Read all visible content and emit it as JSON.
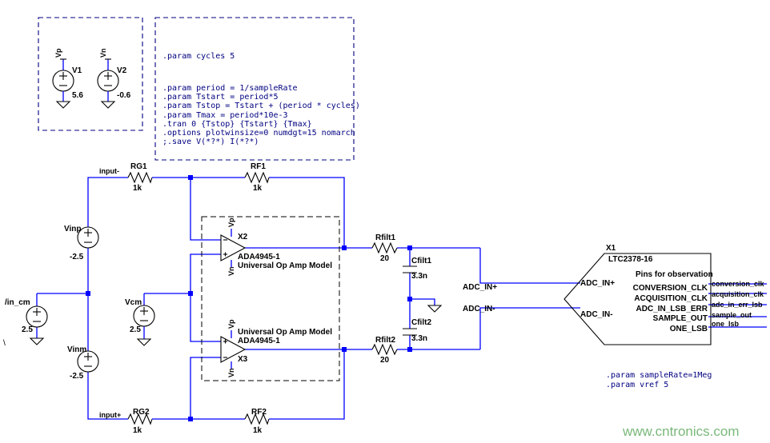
{
  "colors": {
    "wire": "#0000ff",
    "component": "#000000",
    "text": "#000000",
    "directive": "#000080",
    "watermark": "#7ab87a"
  },
  "directives": {
    "top": [
      ".param cycles 5",
      "",
      ".param period = 1/sampleRate",
      ".param Tstart = period*5",
      ".param Tstop = Tstart + (period * cycles)",
      ".param Tmax = period*10e-3",
      ".tran 0 {Tstop} {Tstart} {Tmax}",
      ".options plotwinsize=0 numdgt=15 nomarch",
      ";.save V(*?*) I(*?*)"
    ],
    "bottom": [
      ".param sampleRate=1Meg",
      ".param vref 5"
    ]
  },
  "supplies": {
    "v1": {
      "name": "V1",
      "value": "5.6",
      "net": "Vp"
    },
    "v2": {
      "name": "V2",
      "value": "-0.6",
      "net": "Vn"
    }
  },
  "sources": {
    "vinp": {
      "name": "Vinp",
      "value": "-2.5"
    },
    "vinm": {
      "name": "Vinm",
      "value": "-2.5"
    },
    "vin_cm": {
      "name": "/in_cm",
      "value": "2.5"
    },
    "vcm": {
      "name": "Vcm",
      "value": "2.5"
    }
  },
  "resistors": {
    "rg1": {
      "name": "RG1",
      "value": "1k"
    },
    "rf1": {
      "name": "RF1",
      "value": "1k"
    },
    "rg2": {
      "name": "RG2",
      "value": "1k"
    },
    "rf2": {
      "name": "RF2",
      "value": "1k"
    },
    "rfilt1": {
      "name": "Rfilt1",
      "value": "20"
    },
    "rfilt2": {
      "name": "Rfilt2",
      "value": "20"
    }
  },
  "capacitors": {
    "cfilt1": {
      "name": "Cfilt1",
      "value": "3.3n"
    },
    "cfilt2": {
      "name": "Cfilt2",
      "value": "3.3n"
    }
  },
  "opamps": {
    "x2": {
      "ref": "X2",
      "part": "ADA4945-1",
      "model": "Universal Op Amp Model",
      "top_pin": "Vp",
      "bottom_pin": "Vn"
    },
    "x3": {
      "ref": "X3",
      "part": "ADA4945-1",
      "model": "Universal Op Amp Model",
      "top_pin": "Vp",
      "bottom_pin": "Vn"
    }
  },
  "nets": {
    "input_minus": "input-",
    "input_plus": "input+",
    "adc_in_plus": "ADC_IN+",
    "adc_in_minus": "ADC_IN-",
    "backslash": "\\"
  },
  "adc": {
    "ref": "X1",
    "part": "LTC2378-16",
    "header": "Pins for observation",
    "pin_in_plus": "ADC_IN+",
    "pin_in_minus": "ADC_IN-",
    "pins": [
      "CONVERSION_CLK",
      "ACQUISITION_CLK",
      "ADC_IN_LSB_ERR",
      "SAMPLE_OUT",
      "ONE_LSB"
    ],
    "outputs": [
      "conversion_clk",
      "acquisition_clk",
      "adc_in_err_lsb",
      "sample_out",
      "one_lsb"
    ]
  },
  "watermark": "www.cntronics.com"
}
